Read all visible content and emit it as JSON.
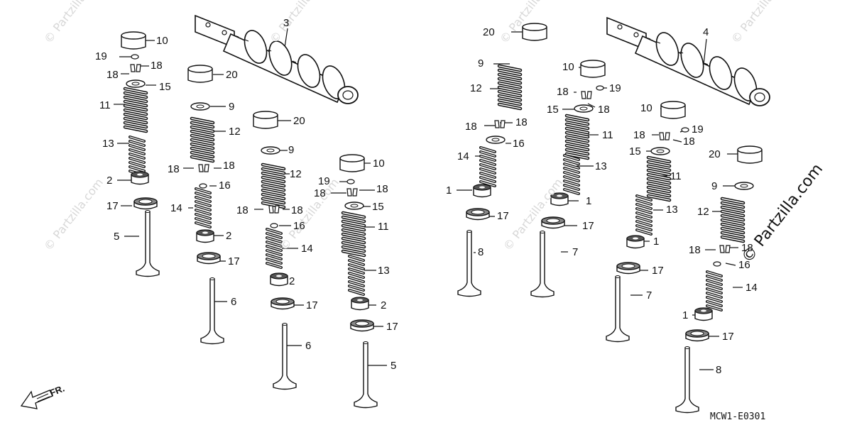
{
  "diagram_code": "MCW1-E0301",
  "front_mark": "FR.",
  "watermarks": {
    "faint": "© Partzilla.com",
    "strong": "© Partzilla.com"
  },
  "callouts": [
    "10",
    "19",
    "18",
    "18",
    "15",
    "11",
    "13",
    "2",
    "17",
    "5",
    "3",
    "20",
    "9",
    "12",
    "18",
    "18",
    "16",
    "14",
    "2",
    "17",
    "6",
    "20",
    "9",
    "12",
    "18",
    "18",
    "16",
    "14",
    "2",
    "17",
    "6",
    "10",
    "19",
    "18",
    "18",
    "15",
    "11",
    "13",
    "2",
    "17",
    "5",
    "20",
    "9",
    "12",
    "18",
    "18",
    "14",
    "16",
    "1",
    "17",
    "8",
    "10",
    "18",
    "19",
    "18",
    "15",
    "11",
    "13",
    "1",
    "17",
    "7",
    "4",
    "10",
    "18",
    "19",
    "18",
    "15",
    "11",
    "13",
    "1",
    "17",
    "7",
    "20",
    "9",
    "12",
    "18",
    "18",
    "16",
    "14",
    "1",
    "17",
    "8"
  ]
}
